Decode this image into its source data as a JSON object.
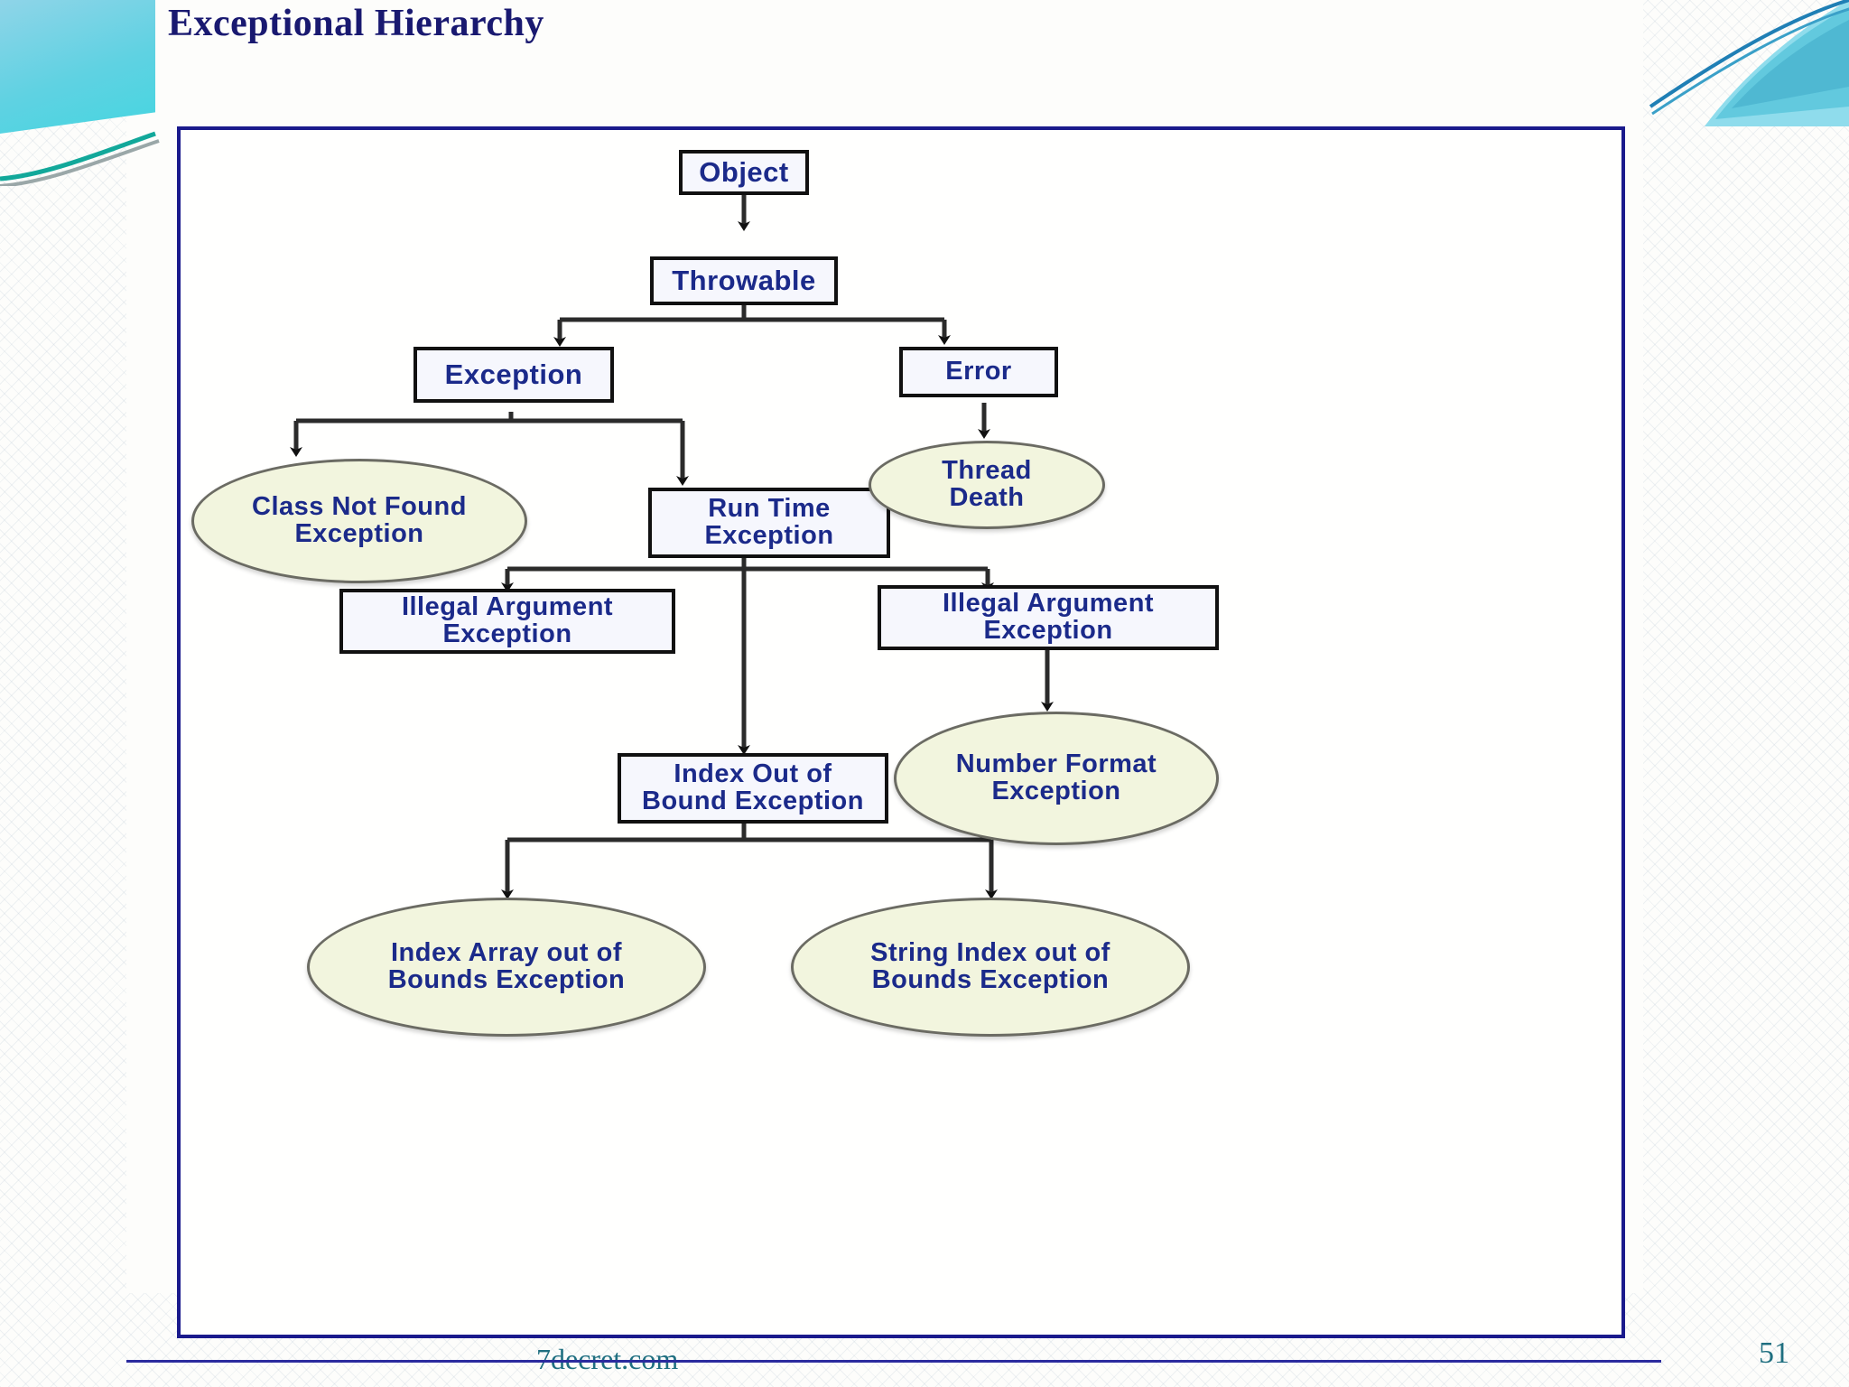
{
  "slide": {
    "title": "Exceptional Hierarchy",
    "footer_link": "7decret.com",
    "page_number": "51"
  },
  "colors": {
    "title_navy": "#191970",
    "frame_border": "#1a1a8c",
    "rect_fill": "#f6f7fd",
    "rect_border": "#111111",
    "ellipse_fill": "#f2f5de",
    "ellipse_border": "#6b6b63",
    "node_text": "#1b2a8a",
    "footer_teal": "#1f6f80",
    "deco_cyan": "#45d5e0"
  },
  "chart_data": {
    "type": "diagram",
    "title": "Exceptional Hierarchy",
    "diagram_kind": "class-hierarchy-tree",
    "nodes": [
      {
        "id": "object",
        "label": "Object",
        "shape": "rect",
        "level": 0
      },
      {
        "id": "throwable",
        "label": "Throwable",
        "shape": "rect",
        "level": 1
      },
      {
        "id": "exception",
        "label": "Exception",
        "shape": "rect",
        "level": 2
      },
      {
        "id": "error",
        "label": "Error",
        "shape": "rect",
        "level": 2
      },
      {
        "id": "class-not-found",
        "label": "Class Not Found\nException",
        "shape": "ellipse",
        "level": 3
      },
      {
        "id": "runtime-exception",
        "label": "Run Time\nException",
        "shape": "rect",
        "level": 3
      },
      {
        "id": "thread-death",
        "label": "Thread\nDeath",
        "shape": "ellipse",
        "level": 3
      },
      {
        "id": "illegal-arg-left",
        "label": "Illegal Argument\nException",
        "shape": "rect",
        "level": 4
      },
      {
        "id": "illegal-arg-right",
        "label": "Illegal Argument\nException",
        "shape": "rect",
        "level": 4
      },
      {
        "id": "number-format",
        "label": "Number Format\nException",
        "shape": "ellipse",
        "level": 5
      },
      {
        "id": "index-out-of-bound",
        "label": "Index Out of\nBound Exception",
        "shape": "rect",
        "level": 5
      },
      {
        "id": "index-array-oob",
        "label": "Index Array out of\nBounds Exception",
        "shape": "ellipse",
        "level": 6
      },
      {
        "id": "string-index-oob",
        "label": "String Index out of\nBounds Exception",
        "shape": "ellipse",
        "level": 6
      }
    ],
    "edges": [
      {
        "from": "object",
        "to": "throwable"
      },
      {
        "from": "throwable",
        "to": "exception"
      },
      {
        "from": "throwable",
        "to": "error"
      },
      {
        "from": "exception",
        "to": "class-not-found"
      },
      {
        "from": "exception",
        "to": "runtime-exception"
      },
      {
        "from": "error",
        "to": "thread-death"
      },
      {
        "from": "runtime-exception",
        "to": "illegal-arg-left"
      },
      {
        "from": "runtime-exception",
        "to": "illegal-arg-right"
      },
      {
        "from": "runtime-exception",
        "to": "index-out-of-bound"
      },
      {
        "from": "illegal-arg-right",
        "to": "number-format"
      },
      {
        "from": "index-out-of-bound",
        "to": "index-array-oob"
      },
      {
        "from": "index-out-of-bound",
        "to": "string-index-oob"
      }
    ]
  },
  "labels": {
    "object": "Object",
    "throwable": "Throwable",
    "exception": "Exception",
    "error": "Error",
    "class_not_found": "Class Not Found\nException",
    "runtime_exception": "Run Time\nException",
    "thread_death": "Thread\nDeath",
    "illegal_arg_left": "Illegal Argument\nException",
    "illegal_arg_right": "Illegal Argument\nException",
    "number_format": "Number Format\nException",
    "index_out_of_bound": "Index Out of\nBound Exception",
    "index_array_oob": "Index Array out of\nBounds Exception",
    "string_index_oob": "String Index out of\nBounds Exception"
  }
}
